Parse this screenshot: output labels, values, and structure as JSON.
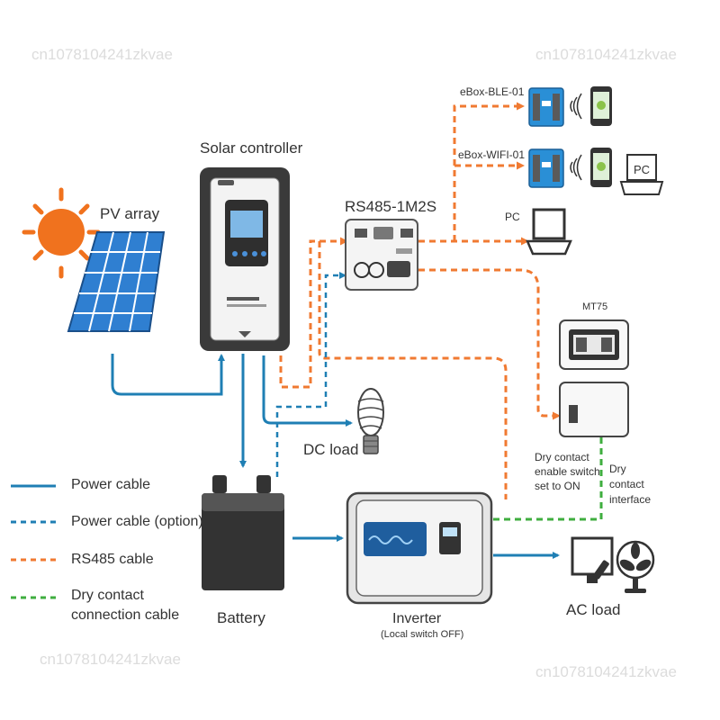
{
  "watermark": "cn1078104241zkvae",
  "colors": {
    "power": "#1f7fb4",
    "rs485": "#f07a32",
    "dry": "#3fae3f",
    "panel": "#2f7fd1",
    "sun": "#f0721e",
    "device": "#3a3a3a",
    "ebox": "#2a8fd6"
  },
  "labels": {
    "pv_array": "PV array",
    "solar_controller": "Solar controller",
    "rs485_module": "RS485-1M2S",
    "ebox_ble": "eBox-BLE-01",
    "ebox_wifi": "eBox-WIFI-01",
    "pc_top": "PC",
    "pc_middle": "PC",
    "mt75": "MT75",
    "dc_load": "DC load",
    "battery": "Battery",
    "inverter": "Inverter",
    "inverter_note": "(Local switch OFF)",
    "ac_load": "AC load",
    "dry_contact_enable": [
      "Dry contact",
      "enable switch",
      "set to ON"
    ],
    "dry_contact_interface": [
      "Dry",
      "contact",
      "interface"
    ]
  },
  "legend": [
    {
      "label": "Power cable",
      "style": "solid",
      "color": "#1f7fb4"
    },
    {
      "label": "Power cable (option)",
      "style": "dashed",
      "color": "#1f7fb4"
    },
    {
      "label": "RS485 cable",
      "style": "dashed",
      "color": "#f07a32"
    },
    {
      "label": "Dry contact",
      "label2": "connection cable",
      "style": "dashed",
      "color": "#3fae3f"
    }
  ]
}
